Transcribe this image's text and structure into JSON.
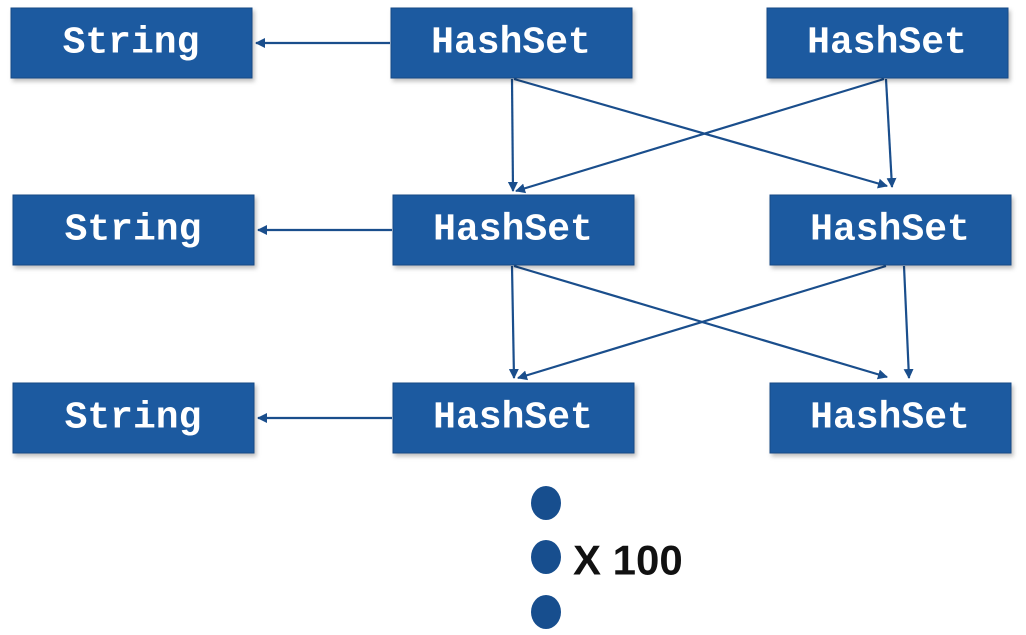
{
  "boxes": {
    "row1": {
      "string": "String",
      "set_a": "HashSet",
      "set_b": "HashSet"
    },
    "row2": {
      "string": "String",
      "set_a": "HashSet",
      "set_b": "HashSet"
    },
    "row3": {
      "string": "String",
      "set_a": "HashSet",
      "set_b": "HashSet"
    }
  },
  "repeat_label": "X 100",
  "colors": {
    "box_fill": "#1d5aa0",
    "box_text": "#ffffff",
    "arrow": "#1a4e8c",
    "dot": "#174e8e",
    "label": "#111111"
  }
}
